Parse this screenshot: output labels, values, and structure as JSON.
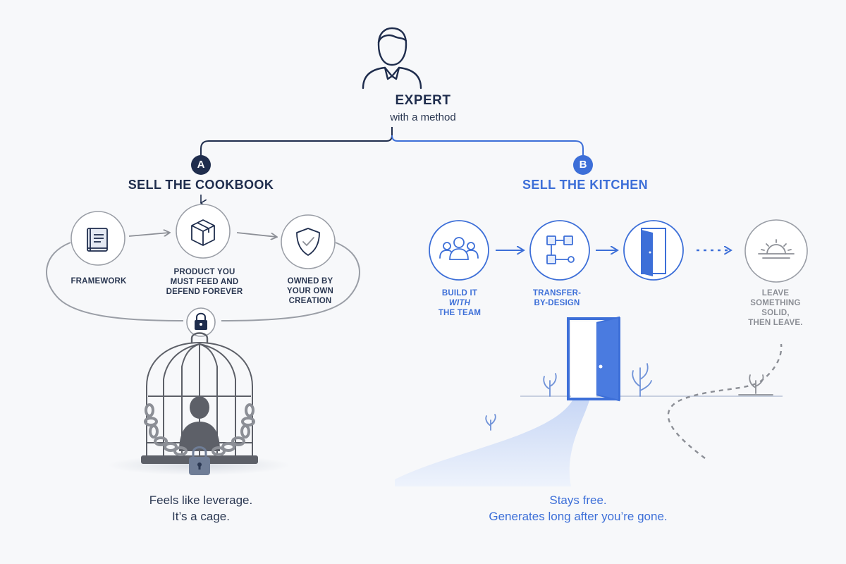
{
  "expert": {
    "title": "EXPERT",
    "subtitle": "with a method"
  },
  "branch_a": {
    "badge": "A",
    "title": "SELL THE COOKBOOK",
    "steps": [
      {
        "label": "FRAMEWORK",
        "icon": "book-icon"
      },
      {
        "label": "PRODUCT YOU\nMUST FEED AND\nDEFEND FOREVER",
        "icon": "box-icon"
      },
      {
        "label": "OWNED BY\nYOUR OWN\nCREATION",
        "icon": "shield-check-icon"
      }
    ],
    "loop_icon": "padlock-icon",
    "illustration": "caged-person-with-chains",
    "caption_line1": "Feels like leverage.",
    "caption_line2": "It’s a cage.",
    "color": "#1f2d4d"
  },
  "branch_b": {
    "badge": "B",
    "title": "SELL THE KITCHEN",
    "steps": [
      {
        "label_line1": "BUILD IT",
        "label_line2": "WITH",
        "label_line3": "THE TEAM",
        "icon": "team-icon"
      },
      {
        "label": "TRANSFER-\nBY-DESIGN",
        "icon": "flowchart-icon"
      },
      {
        "label": "",
        "icon": "open-door-icon"
      },
      {
        "label": "LEAVE\nSOMETHING\nSOLID,\nTHEN LEAVE.",
        "icon": "sunrise-icon"
      }
    ],
    "illustration": "open-door-with-path",
    "caption_line1": "Stays free.",
    "caption_line2": "Generates long after you’re gone.",
    "color": "#3d6fd8"
  },
  "colors": {
    "navy": "#1f2d4d",
    "blue": "#3d6fd8",
    "gray": "#8c8f96",
    "background": "#f7f8fa"
  }
}
